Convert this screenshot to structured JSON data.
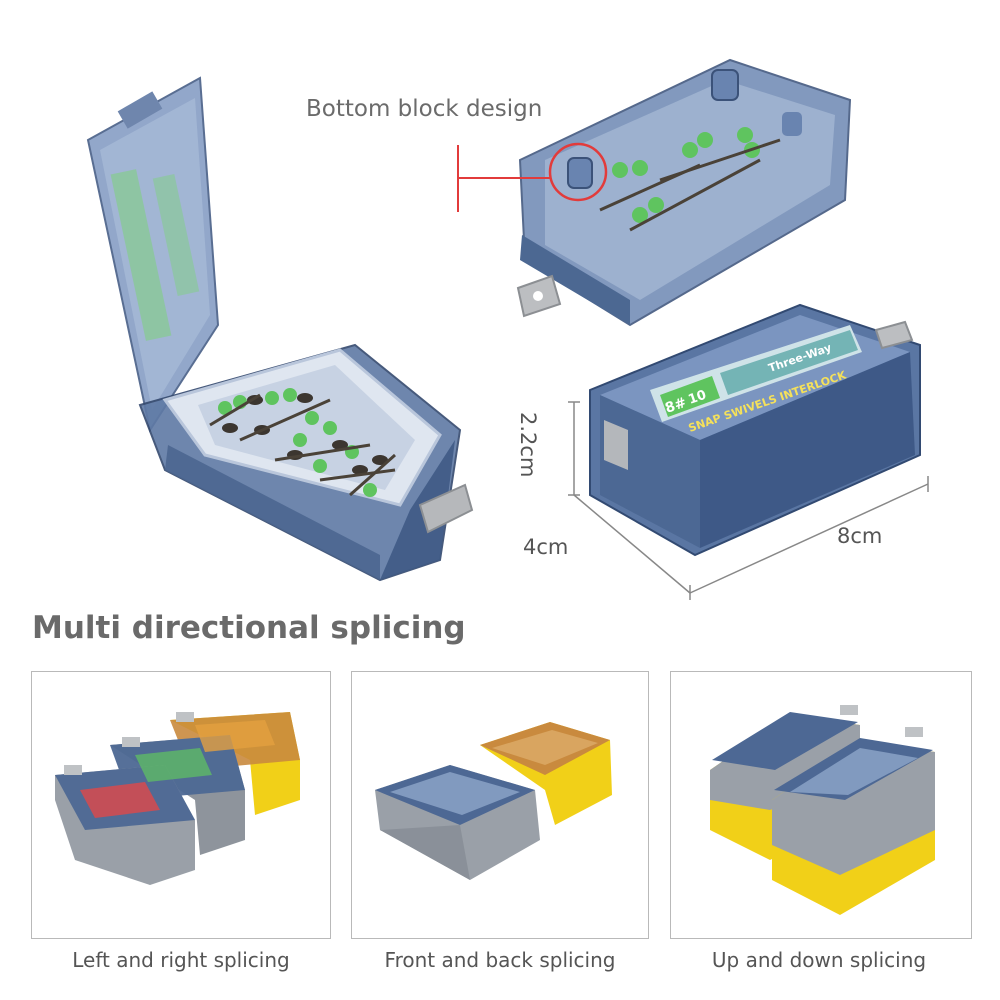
{
  "callout": {
    "label": "Bottom block design"
  },
  "dimensions": {
    "height": "2.2cm",
    "depth": "4cm",
    "width": "8cm"
  },
  "section": {
    "title": "Multi directional splicing"
  },
  "product_label": {
    "size": "8#",
    "count": "10",
    "type": "Three-Way",
    "name": "SNAP SWIVELS INTERLOCK"
  },
  "captions": {
    "left_right": "Left and right splicing",
    "front_back": "Front and back splicing",
    "up_down": "Up and down splicing"
  },
  "colors": {
    "box_blue": "#4d6894",
    "box_blue_light": "#8fa6c9",
    "grey_plastic": "#9aa0a8",
    "yellow": "#f1d018",
    "amber_lid": "#c98a3e",
    "swivel_green": "#5fc45f",
    "callout_red": "#e23b3b"
  }
}
